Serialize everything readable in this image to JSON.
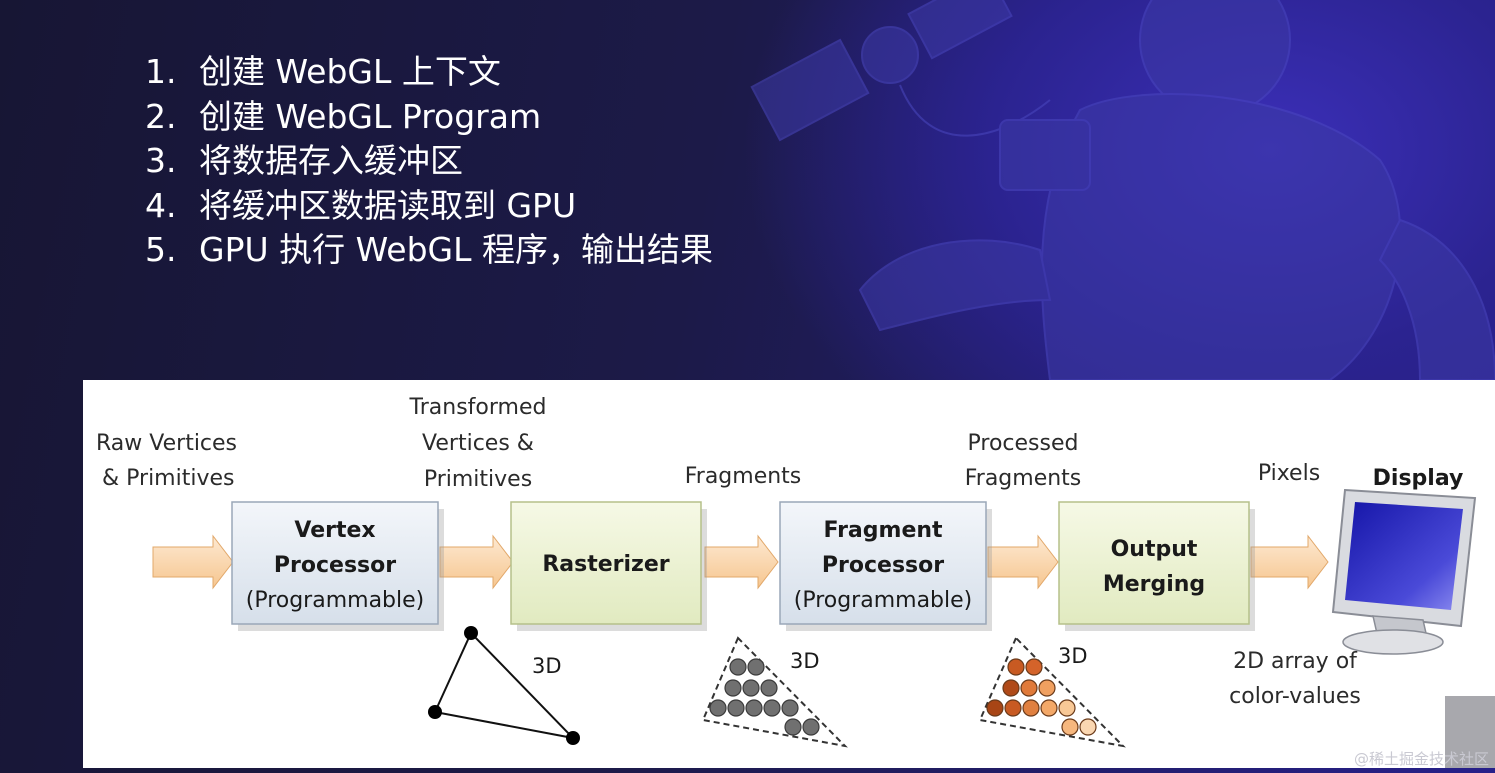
{
  "steps": [
    {
      "num": "1.",
      "text": "创建 WebGL 上下文"
    },
    {
      "num": "2.",
      "text": "创建 WebGL Program"
    },
    {
      "num": "3.",
      "text": "将数据存入缓冲区"
    },
    {
      "num": "4.",
      "text": "将缓冲区数据读取到 GPU"
    },
    {
      "num": "5.",
      "text": "GPU 执行 WebGL 程序，输出结果"
    }
  ],
  "diagram": {
    "input_label": [
      "Raw Vertices",
      "& Primitives"
    ],
    "transformed_label": [
      "Transformed",
      "Vertices &",
      "Primitives"
    ],
    "fragments_label": "Fragments",
    "processed_label": [
      "Processed",
      "Fragments"
    ],
    "pixels_label": "Pixels",
    "display_label": "Display",
    "vertex_box": {
      "title1": "Vertex",
      "title2": "Processor",
      "sub": "(Programmable)"
    },
    "rasterizer_box": {
      "title": "Rasterizer"
    },
    "fragment_box": {
      "title1": "Fragment",
      "title2": "Processor",
      "sub": "(Programmable)"
    },
    "output_box": {
      "title1": "Output",
      "title2": "Merging"
    },
    "d3_label": "3D",
    "output_desc": [
      "2D array of",
      "color-values"
    ]
  },
  "watermark": "@稀土掘金技术社区",
  "colors": {
    "background": "#1d1a4a",
    "vertex_box": "#dde4ee",
    "green_box": "#e9f0cf",
    "arrow": "#f9d2a6",
    "fragment_gray": "#707070",
    "fragment_orange": "#d4632a"
  }
}
